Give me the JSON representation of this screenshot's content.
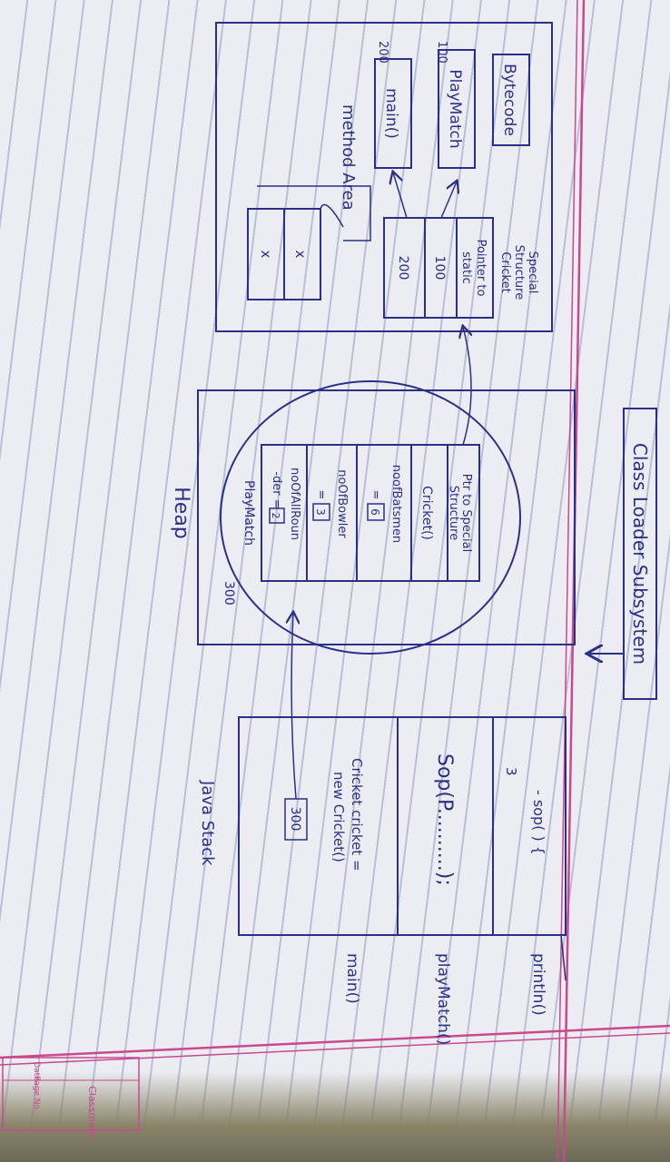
{
  "class_loader": "Class Loader Subsystem",
  "method_area": {
    "label": "method Area",
    "bytecode": "Bytecode",
    "playmatch": "PlayMatch",
    "main": "main()",
    "addr_100": "100",
    "addr_200": "200",
    "special_structure_title": [
      "Special",
      "Structure",
      "Cricket"
    ],
    "pointer_static": [
      "Pointer to",
      "static"
    ],
    "val_100": "100",
    "val_200": "200",
    "x1": "x",
    "x2": "x"
  },
  "heap": {
    "label": "Heap",
    "address": "300",
    "rows": [
      [
        "Ptr to Special",
        "Structure"
      ],
      [
        "Cricket()"
      ],
      [
        "noofBatsmen",
        "="
      ],
      [
        "noOfBowler",
        "="
      ],
      [
        "noOfAllRoun",
        "-der ="
      ],
      [
        "PlayMatch"
      ]
    ],
    "batsmen_val": "6",
    "bowler_val": "3",
    "allrounder_val": "2"
  },
  "java_stack": {
    "label": "Java Stack",
    "frame_println": [
      "- sop( ) {",
      "3"
    ],
    "frame_println_name": "println()",
    "frame_playmatch_code": "Sop(P..........);",
    "frame_playmatch_name": "playMatch()",
    "frame_main_code": [
      "Cricket cricket =",
      "new Cricket()"
    ],
    "frame_main_ref": "300",
    "frame_main_name": "main()"
  },
  "notebook": {
    "brand": "Classmate",
    "page_no": "Page No.",
    "date": "Date"
  },
  "colors": {
    "ink": "#2c2f88",
    "margin": "#c9488e",
    "rule": "#b8bfd6",
    "paper": "#ecedf3"
  }
}
